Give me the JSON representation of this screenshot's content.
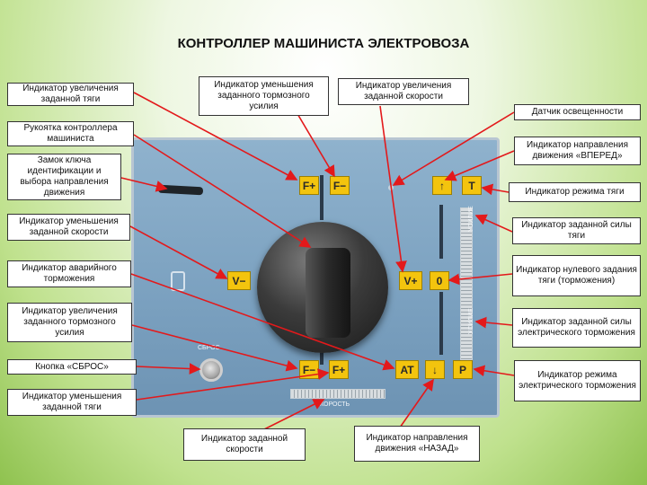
{
  "title": "КОНТРОЛЛЕР МАШИНИСТА ЭЛЕКТРОВОЗА",
  "labels": {
    "l1": "Индикатор увеличения заданной тяги",
    "l2": "Рукоятка контроллера машиниста",
    "l3": "Замок ключа идентификации и выбора направления движения",
    "l4": "Индикатор уменьшения заданной скорости",
    "l5": "Индикатор аварийного торможения",
    "l6": "Индикатор увеличения заданного тормозного усилия",
    "l7": "Кнопка «СБРОС»",
    "l8": "Индикатор уменьшения заданной тяги",
    "t1": "Индикатор уменьшения заданного тормозного усилия",
    "t2": "Индикатор увеличения заданной скорости",
    "r1": "Датчик освещенности",
    "r2": "Индикатор направления движения «ВПЕРЕД»",
    "r3": "Индикатор режима тяги",
    "r4": "Индикатор заданной силы тяги",
    "r5": "Индикатор нулевого задания тяги (торможения)",
    "r6": "Индикатор заданной силы электрического торможения",
    "r7": "Индикатор режима электрического торможения",
    "b1": "Индикатор заданной скорости",
    "b2": "Индикатор направления движения «НАЗАД»"
  },
  "indicators": {
    "f_plus_top": "F+",
    "f_minus_top": "F−",
    "arrow_up": "↑",
    "t": "T",
    "v_minus": "V−",
    "v_plus": "V+",
    "zero": "0",
    "f_minus_bot": "F−",
    "f_plus_bot": "F+",
    "at": "AT",
    "arrow_down": "↓",
    "p": "P"
  },
  "panel_text": {
    "reset": "СБРОС",
    "speed": "СКОРОСТЬ",
    "force_top": "УСИЛИЕ",
    "force_bot": "УСИЛИЕ"
  },
  "colors": {
    "indicator": "#f3c40e",
    "arrow": "#e3191b",
    "panel": "#7aa0bf"
  }
}
